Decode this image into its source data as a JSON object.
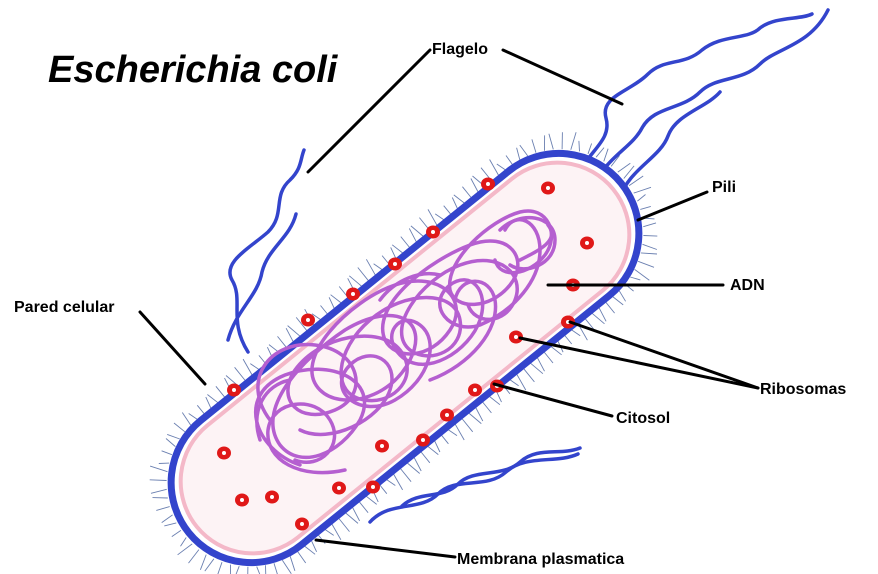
{
  "title": "Escherichia coli",
  "labels": {
    "flagelo": "Flagelo",
    "pili": "Pili",
    "adn": "ADN",
    "pared_celular": "Pared celular",
    "ribosomas": "Ribosomas",
    "citosol": "Citosol",
    "membrana_plasmatica": "Membrana plasmatica"
  },
  "colors": {
    "cell_wall": "#3344cc",
    "membrane": "#f4b8c8",
    "cytosol": "#fdf3f5",
    "dna": "#b55fd0",
    "ribosome": "#e01818"
  }
}
